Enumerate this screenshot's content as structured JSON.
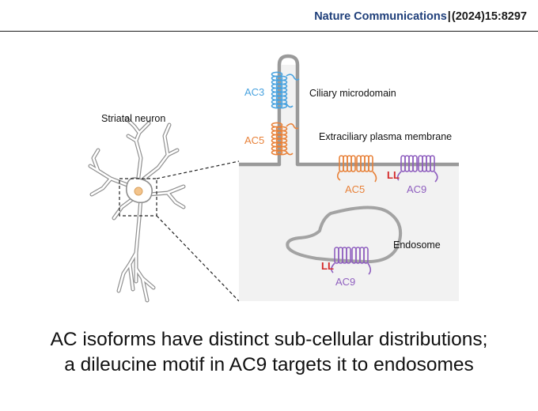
{
  "header": {
    "journal": "Nature Communications",
    "separator": "|",
    "citation": "(2024)15:8297"
  },
  "diagram": {
    "neuron_label": "Striatal neuron",
    "ciliary_label": "Ciliary microdomain",
    "extraciliary_label": "Extraciliary plasma membrane",
    "endosome_label": "Endosome",
    "cilium_ac3": "AC3",
    "cilium_ac5": "AC5",
    "membrane_ac5": "AC5",
    "membrane_ac9": "AC9",
    "membrane_motif": "LL",
    "endosome_ac9": "AC9",
    "endosome_motif": "LL",
    "colors": {
      "ac3": "#4aa3df",
      "ac5": "#e8823a",
      "ac9": "#8f5fbf",
      "motif": "#d42a2a",
      "membrane": "#9a9a9a",
      "cytoplasm": "#f2f2f2"
    }
  },
  "caption": {
    "line1": "AC isoforms have distinct sub-cellular distributions;",
    "line2": "a dileucine motif in AC9 targets it to endosomes"
  }
}
